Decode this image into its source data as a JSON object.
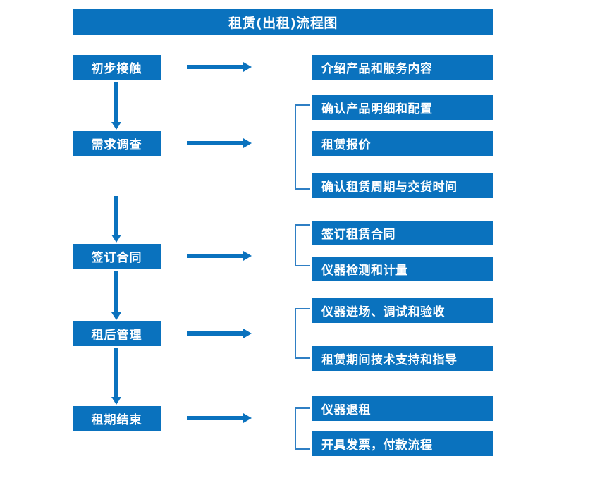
{
  "title": "租赁(出租)流程图",
  "theme": {
    "box_fill": "#0a72be",
    "box_text": "#ffffff",
    "arrow": "#0a72be",
    "bracket": "#2f7fc4",
    "background": "#ffffff"
  },
  "stages": [
    {
      "label": "初步接触"
    },
    {
      "label": "需求调查"
    },
    {
      "label": "签订合同"
    },
    {
      "label": "租后管理"
    },
    {
      "label": "租期结束"
    }
  ],
  "details": [
    {
      "label": "介绍产品和服务内容"
    },
    {
      "label": "确认产品明细和配置"
    },
    {
      "label": "租赁报价"
    },
    {
      "label": "确认租赁周期与交货时间"
    },
    {
      "label": "签订租赁合同"
    },
    {
      "label": "仪器检测和计量"
    },
    {
      "label": "仪器进场、调试和验收"
    },
    {
      "label": "租赁期间技术支持和指导"
    },
    {
      "label": "仪器退租"
    },
    {
      "label": "开具发票，付款流程"
    }
  ],
  "groups": [
    {
      "stage": "初步接触",
      "details": [
        "介绍产品和服务内容"
      ],
      "bracket": false
    },
    {
      "stage": "需求调查",
      "details": [
        "确认产品明细和配置",
        "租赁报价",
        "确认租赁周期与交货时间"
      ],
      "bracket": true
    },
    {
      "stage": "签订合同",
      "details": [
        "签订租赁合同",
        "仪器检测和计量"
      ],
      "bracket": true
    },
    {
      "stage": "租后管理",
      "details": [
        "仪器进场、调试和验收",
        "租赁期间技术支持和指导"
      ],
      "bracket": true
    },
    {
      "stage": "租期结束",
      "details": [
        "仪器退租",
        "开具发票，付款流程"
      ],
      "bracket": true
    }
  ]
}
